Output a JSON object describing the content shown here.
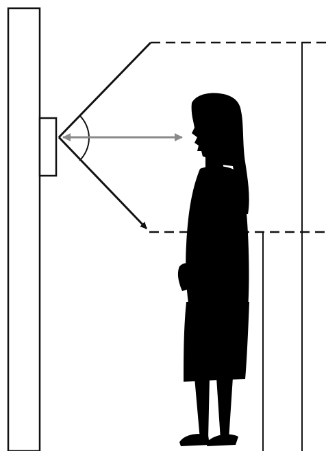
{
  "diagram": {
    "kind": "camera field-of-view diagram",
    "elements": [
      "wall",
      "camera",
      "upper-view-boundary",
      "lower-view-boundary",
      "eye-level-arrow",
      "view-angle-arc",
      "person-silhouette",
      "height-reference-lines"
    ]
  },
  "colors": {
    "background": "#ffffff",
    "line": "#111111",
    "silhouette": "#000000",
    "eye_level_arrow": "#8a8a8a"
  }
}
